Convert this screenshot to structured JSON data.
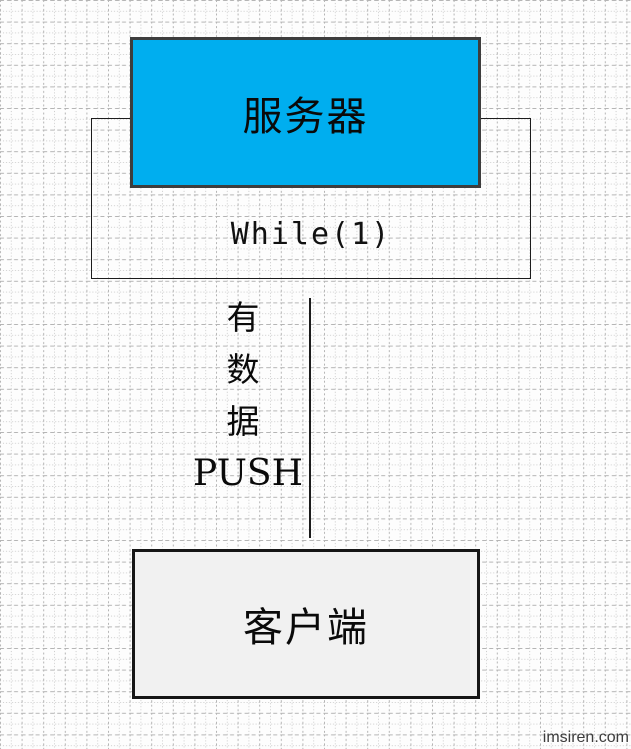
{
  "page": {
    "background_color": "#fdfdfd",
    "grid_major_color": "#b4b4b4",
    "grid_minor_color": "#cccccc"
  },
  "diagram": {
    "server_box": {
      "label": "服务器",
      "fill_color": "#00aeef",
      "border_color": "#3d3d3d"
    },
    "loop_box": {
      "label": "While(1)"
    },
    "push_annotation": {
      "lines": [
        "有",
        "数",
        "据",
        "PUSH"
      ]
    },
    "client_box": {
      "label": "客户端",
      "fill_color": "#f1f1f1",
      "border_color": "#161616"
    },
    "watermark": {
      "text": "imsiren.com",
      "color": "#3c3c3c"
    }
  }
}
